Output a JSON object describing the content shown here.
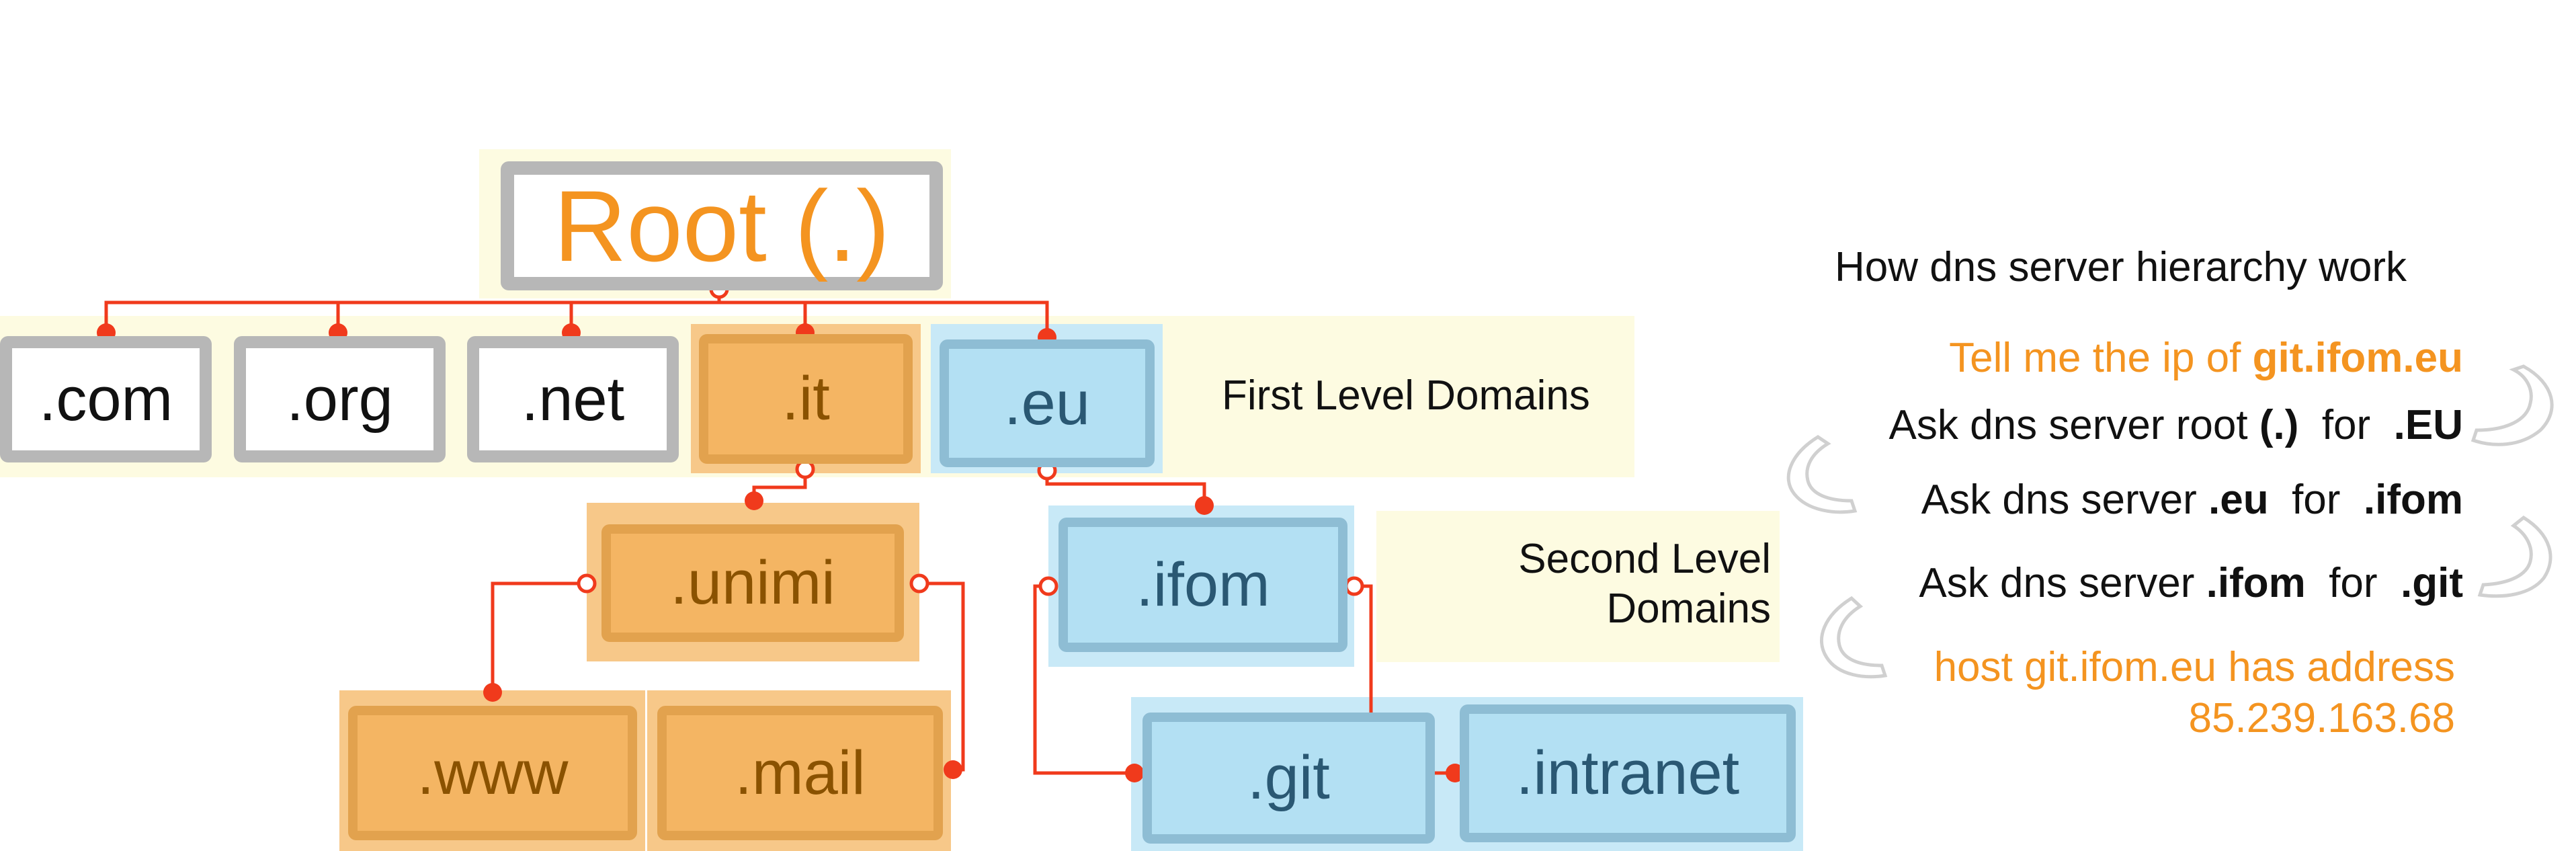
{
  "tree": {
    "root": ".",
    "root_label": "Root (.)",
    "first_level": [
      ".com",
      ".org",
      ".net",
      ".it",
      ".eu"
    ],
    "it_children": [
      ".unimi"
    ],
    "unimi_children": [
      ".www",
      ".mail"
    ],
    "eu_children": [
      ".ifom"
    ],
    "ifom_children": [
      ".git",
      ".intranet"
    ]
  },
  "labels": {
    "first_level": "First Level Domains",
    "second_level_1": "Second Level",
    "second_level_2": "Domains"
  },
  "steps": {
    "title": "How dns server hierarchy work",
    "s1_pre": "Tell me the ip of ",
    "s1_bold": "git.ifom.eu",
    "s2_pre": "Ask dns server root ",
    "s2_b1": "(.)",
    "s2_mid": "  for  ",
    "s2_b2": ".EU",
    "s3_pre": "Ask dns server ",
    "s3_b1": ".eu",
    "s3_mid": "  for  ",
    "s3_b2": ".ifom",
    "s4_pre": "Ask dns server ",
    "s4_b1": ".ifom",
    "s4_mid": "  for  ",
    "s4_b2": ".git",
    "s5_line1": "host git.ifom.eu has address",
    "s5_line2": "85.239.163.68"
  },
  "colors": {
    "highlight_yellow": "#fdfbe1",
    "orange": "#f49420",
    "connector_red": "#f03a1c",
    "orange_box": "#f4b563",
    "blue_box": "#b3e0f3",
    "gray_border": "#b7b7b7"
  }
}
